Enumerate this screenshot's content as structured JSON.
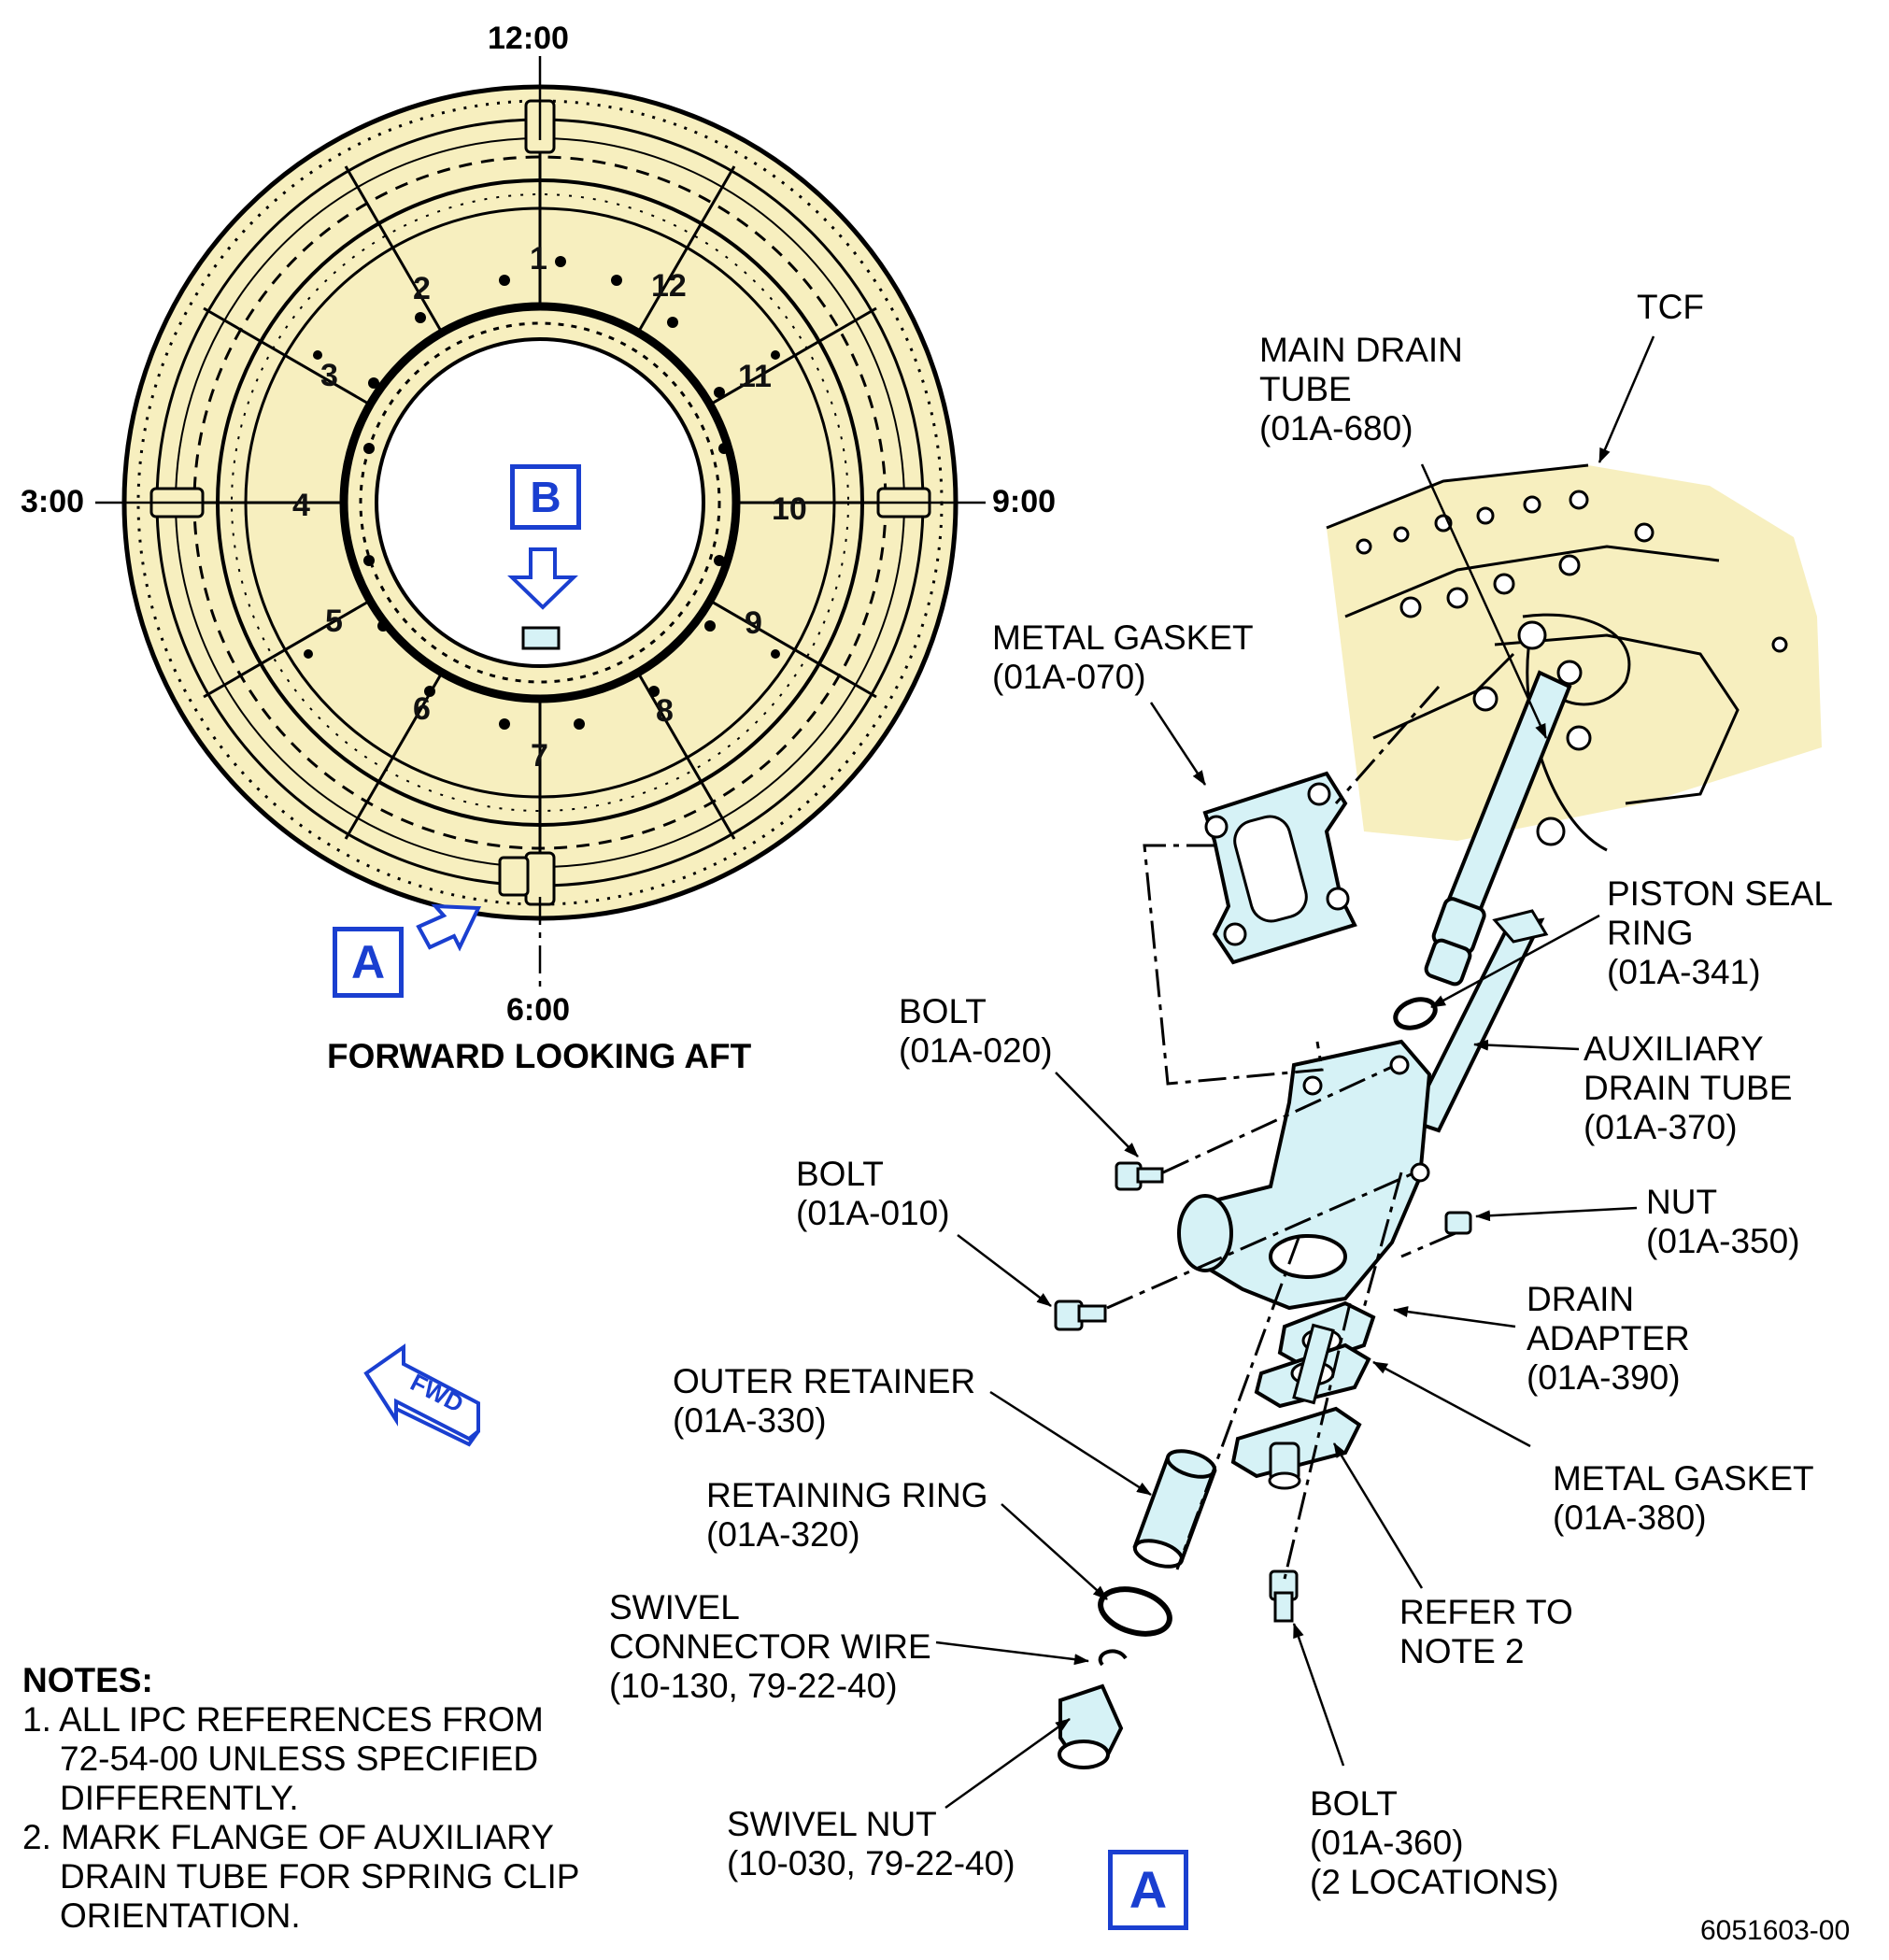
{
  "view_title": "FORWARD LOOKING AFT",
  "clock_positions": {
    "top": "12:00",
    "left": "3:00",
    "right": "9:00",
    "bottom": "6:00"
  },
  "strut_positions": [
    "1",
    "2",
    "3",
    "4",
    "5",
    "6",
    "7",
    "8",
    "9",
    "10",
    "11",
    "12"
  ],
  "view_refs": {
    "a_main": "A",
    "a_detail": "A",
    "b": "B"
  },
  "fwd_label": "FWD",
  "callouts": {
    "tcf": "TCF",
    "main_drain_tube": "MAIN DRAIN\nTUBE\n(01A-680)",
    "metal_gasket_070": "METAL GASKET\n(01A-070)",
    "piston_seal_ring": "PISTON SEAL\nRING\n(01A-341)",
    "bolt_020": "BOLT\n(01A-020)",
    "auxiliary_drain_tube": "AUXILIARY\nDRAIN TUBE\n(01A-370)",
    "bolt_010": "BOLT\n(01A-010)",
    "nut_350": "NUT\n(01A-350)",
    "drain_adapter": "DRAIN\nADAPTER\n(01A-390)",
    "outer_retainer": "OUTER RETAINER\n(01A-330)",
    "metal_gasket_380": "METAL GASKET\n(01A-380)",
    "retaining_ring": "RETAINING RING\n(01A-320)",
    "refer_note_2": "REFER TO\nNOTE 2",
    "swivel_connector_wire": "SWIVEL\nCONNECTOR WIRE\n(10-130, 79-22-40)",
    "swivel_nut": "SWIVEL NUT\n(10-030, 79-22-40)",
    "bolt_360": "BOLT\n(01A-360)\n(2 LOCATIONS)"
  },
  "notes": {
    "heading": "NOTES:",
    "items": [
      "1. ALL IPC REFERENCES FROM\n72-54-00 UNLESS SPECIFIED\nDIFFERENTLY.",
      "2. MARK FLANGE OF AUXILIARY\nDRAIN TUBE FOR SPRING CLIP\nORIENTATION."
    ]
  },
  "figure_id": "6051603-00",
  "colors": {
    "frame_fill": "#f7efbf",
    "part_fill": "#d6f2f6",
    "ref_blue": "#1a3fd0",
    "line": "#000000"
  }
}
